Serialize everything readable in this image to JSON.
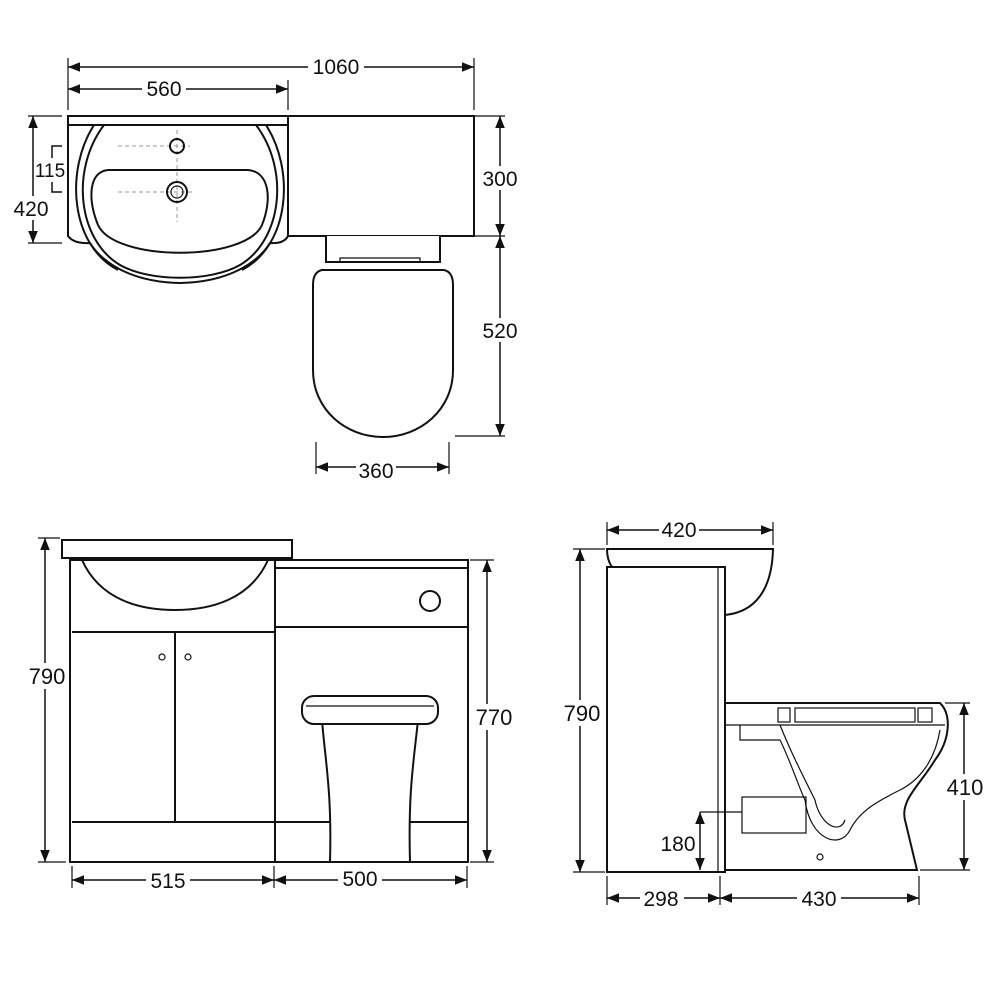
{
  "top_view": {
    "overall_width": "1060",
    "basin_width": "560",
    "basin_depth": "420",
    "tap_to_waste": "115",
    "cabinet_depth": "300",
    "toilet_projection": "520",
    "toilet_width": "360"
  },
  "front_view": {
    "overall_height": "790",
    "toilet_unit_height": "770",
    "vanity_width": "515",
    "toilet_unit_width": "500"
  },
  "side_view": {
    "basin_depth": "420",
    "overall_height": "790",
    "pan_height": "410",
    "waste_height": "180",
    "unit_depth": "298",
    "pan_projection": "430"
  }
}
